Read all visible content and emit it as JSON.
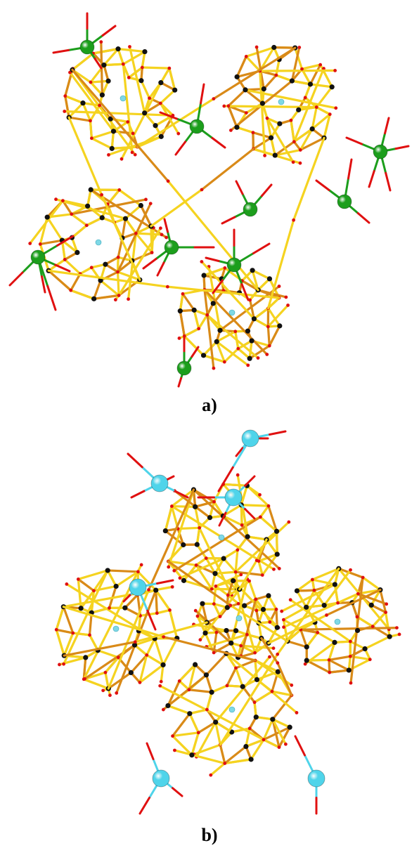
{
  "figure": {
    "panels": [
      {
        "label": "a)",
        "metal_color": "#1c9e1c",
        "metal_count": 9
      },
      {
        "label": "b)",
        "metal_color": "#4fd4ea",
        "metal_count": 6
      }
    ],
    "colors": {
      "bond_light": "#f5d320",
      "bond_dark": "#d98a18",
      "oxygen": "#e01010",
      "center_atom": "#111111",
      "central_small_atom": "#7fd8e6"
    }
  }
}
